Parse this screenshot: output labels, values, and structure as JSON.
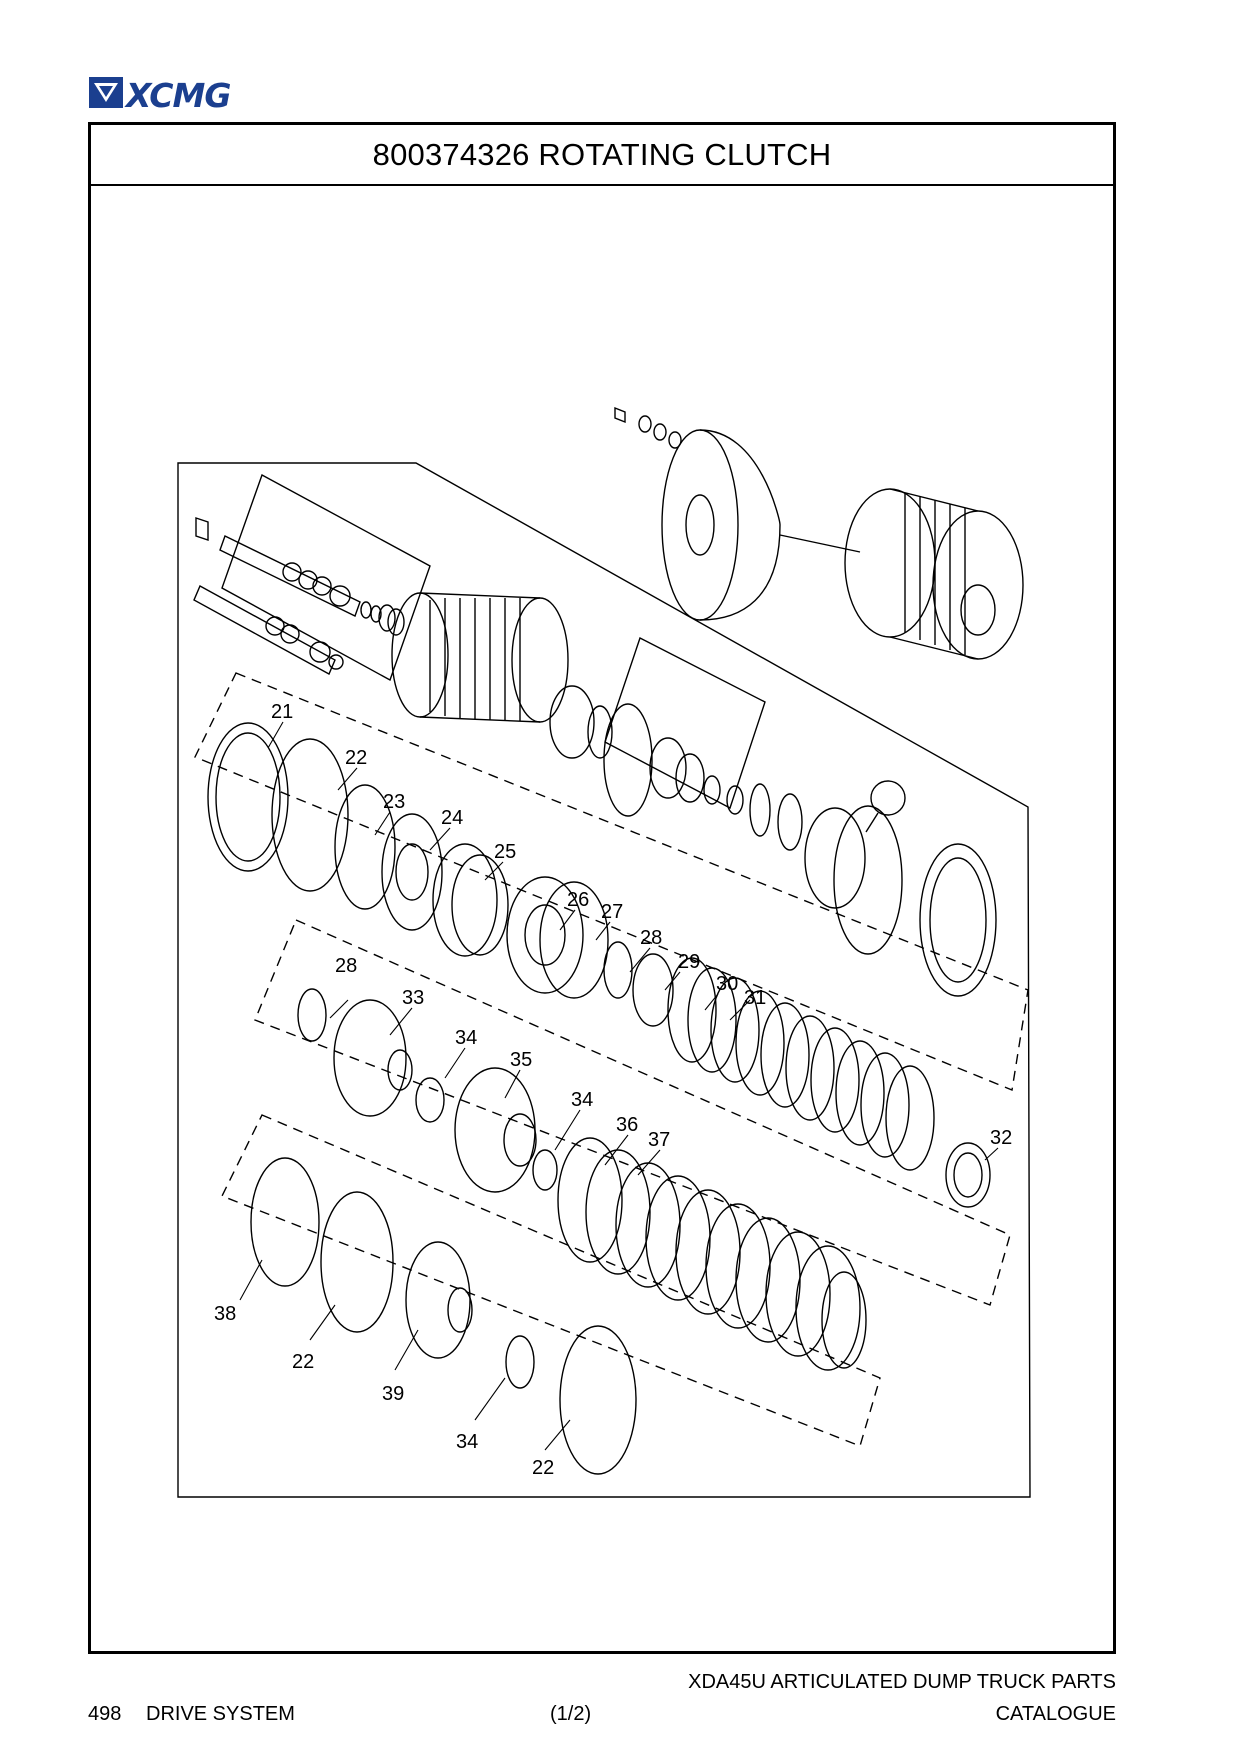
{
  "brand": {
    "name": "XCMG",
    "color": "#1b3f8f"
  },
  "title": "800374326 ROTATING CLUTCH",
  "callouts": [
    {
      "num": "21"
    },
    {
      "num": "22"
    },
    {
      "num": "23"
    },
    {
      "num": "24"
    },
    {
      "num": "25"
    },
    {
      "num": "26"
    },
    {
      "num": "27"
    },
    {
      "num": "28"
    },
    {
      "num": "29"
    },
    {
      "num": "30"
    },
    {
      "num": "31"
    },
    {
      "num": "28"
    },
    {
      "num": "33"
    },
    {
      "num": "34"
    },
    {
      "num": "35"
    },
    {
      "num": "34"
    },
    {
      "num": "36"
    },
    {
      "num": "37"
    },
    {
      "num": "32"
    },
    {
      "num": "38"
    },
    {
      "num": "22"
    },
    {
      "num": "39"
    },
    {
      "num": "34"
    },
    {
      "num": "22"
    }
  ],
  "footer": {
    "page_number": "498",
    "section": "DRIVE SYSTEM",
    "page_part": "(1/2)",
    "catalog_line1": "XDA45U ARTICULATED DUMP TRUCK PARTS",
    "catalog_line2": "CATALOGUE"
  }
}
